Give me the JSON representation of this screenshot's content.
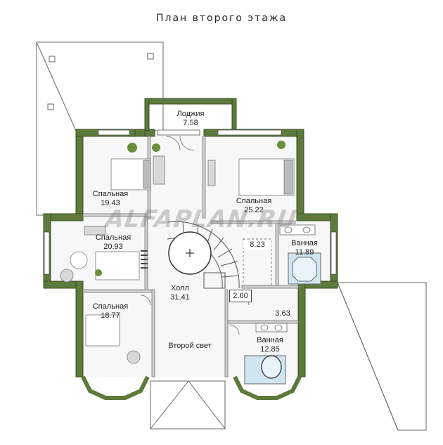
{
  "title": "План второго этажа",
  "watermark": "ALFAPLAN.RU",
  "rooms": {
    "loggia": {
      "name": "Лоджия",
      "area": "7.58"
    },
    "bedroom1": {
      "name": "Спальная",
      "area": "19.43"
    },
    "bedroom2": {
      "name": "Спальная",
      "area": "25.22"
    },
    "bedroom3": {
      "name": "Спальная",
      "area": "20.93"
    },
    "wardrobe": {
      "area": "8.23"
    },
    "bath1": {
      "name": "Ванная",
      "area": "11.89"
    },
    "hall": {
      "name": "Холл",
      "area": "31.41"
    },
    "closet": {
      "area": "2.60"
    },
    "wc": {
      "area": "3.63"
    },
    "bedroom4": {
      "name": "Спальная",
      "area": "18.77"
    },
    "void": {
      "name": "Второй свет"
    },
    "bath2": {
      "name": "Ванная",
      "area": "12.85"
    }
  },
  "colors": {
    "wall": "#5d7a3c",
    "wall_dark": "#3b4f25",
    "roof_line": "#555555",
    "furniture": "#8a8a8a",
    "water": "#cfe6f2"
  }
}
